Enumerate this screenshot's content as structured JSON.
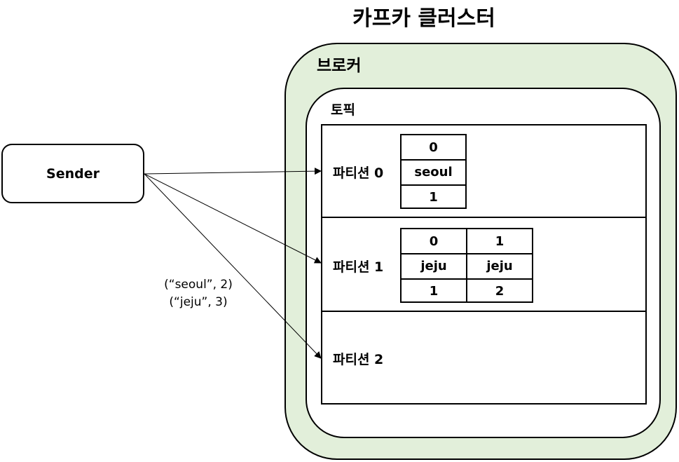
{
  "cluster": {
    "title": "카프카 클러스터",
    "fill_color": "#e2efda"
  },
  "broker": {
    "label": "브로커"
  },
  "topic": {
    "label": "토픽"
  },
  "partitions": [
    {
      "label": "파티션 0",
      "segments": [
        {
          "offset": "0",
          "key": "seoul",
          "value": "1"
        }
      ]
    },
    {
      "label": "파티션 1",
      "segments": [
        {
          "offset": "0",
          "key": "jeju",
          "value": "1"
        },
        {
          "offset": "1",
          "key": "jeju",
          "value": "2"
        }
      ]
    },
    {
      "label": "파티션 2",
      "segments": []
    }
  ],
  "sender": {
    "label": "Sender"
  },
  "messages": [
    "(“seoul”, 2)",
    "(“jeju”, 3)"
  ]
}
